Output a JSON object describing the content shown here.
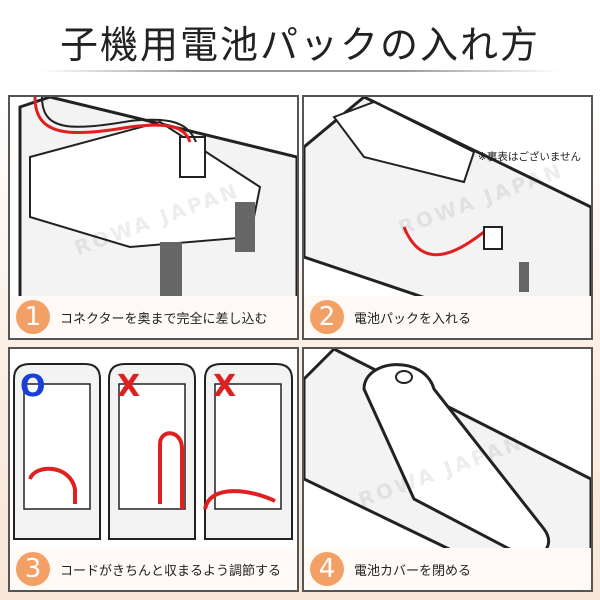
{
  "title": "子機用電池パックの入れ方",
  "watermark": "ROWA JAPAN",
  "steps": [
    {
      "number": "1",
      "text": "コネクターを奥まで完全に差し込む"
    },
    {
      "number": "2",
      "text": "電池パックを入れる",
      "note": "※裏表はございません"
    },
    {
      "number": "3",
      "text": "コードがきちんと収まるよう調節する",
      "marks": [
        "O",
        "X",
        "X"
      ]
    },
    {
      "number": "4",
      "text": "電池カバーを閉める"
    }
  ],
  "colors": {
    "accent": "#f2a065",
    "ok": "#1a3fd8",
    "ng": "#e02020",
    "wire_red": "#e02020"
  }
}
